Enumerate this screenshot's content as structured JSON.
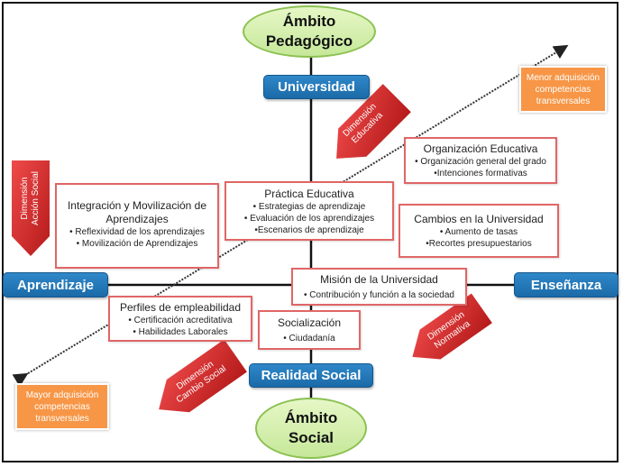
{
  "ambits": {
    "top": "Ámbito Pedagógico",
    "bottom": "Ámbito Social"
  },
  "axes": {
    "top": "Universidad",
    "bottom": "Realidad Social",
    "left": "Aprendizaje",
    "right": "Enseñanza"
  },
  "dimensions": {
    "educativa": [
      "Dimensión",
      "Educativa"
    ],
    "accion_social": [
      "Dimensión",
      "Acción Social"
    ],
    "normativa": [
      "Dimensión",
      "Normativa"
    ],
    "cambio_social": [
      "Dimensión",
      "Cambio Social"
    ]
  },
  "gradient": {
    "top_right": "Menor adquisición competencias transversales",
    "bottom_left": "Mayor adquisición competencias transversales"
  },
  "boxes": {
    "organizacion": {
      "title": "Organización Educativa",
      "bullets": [
        "• Organización general del grado",
        "•Intenciones formativas"
      ]
    },
    "cambios": {
      "title": "Cambios en la Universidad",
      "bullets": [
        "• Aumento de tasas",
        "•Recortes presupuestarios"
      ]
    },
    "integracion": {
      "title": "Integración y Movilización de Aprendizajes",
      "bullets": [
        "• Reflexividad de los aprendizajes",
        "• Movilización de Aprendizajes"
      ]
    },
    "practica": {
      "title": "Práctica Educativa",
      "bullets": [
        "• Estrategias de aprendizaje",
        "• Evaluación de los aprendizajes",
        "•Escenarios de aprendizaje"
      ]
    },
    "mision": {
      "title": "Misión de la Universidad",
      "bullets": [
        "• Contribución y función a la sociedad"
      ]
    },
    "perfiles": {
      "title": "Perfiles de empleabilidad",
      "bullets": [
        "• Certificación acreditativa",
        "• Habilidades Laborales"
      ]
    },
    "socializacion": {
      "title": "Socialización",
      "bullets": [
        "• Ciudadanía"
      ]
    }
  },
  "colors": {
    "axis_blue": "#1f75b8",
    "ambit_green": "#c6e89a",
    "dimension_red": "#d92b2b",
    "box_border": "#e06666",
    "gradient_orange": "#f79646"
  }
}
